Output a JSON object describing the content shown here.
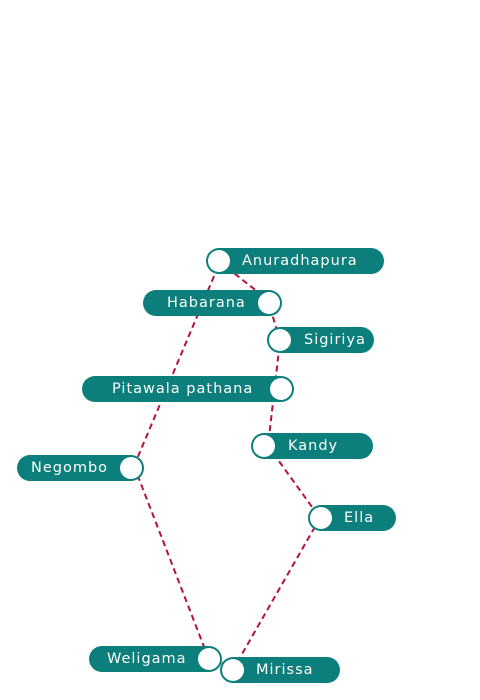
{
  "route": {
    "line_color": "#b5123a",
    "marker_color": "#0c7f7c",
    "stops": [
      {
        "id": "anuradhapura",
        "label": "Anuradhapura"
      },
      {
        "id": "habarana",
        "label": "Habarana"
      },
      {
        "id": "sigiriya",
        "label": "Sigiriya"
      },
      {
        "id": "pitawala-pathana",
        "label": "Pitawala pathana"
      },
      {
        "id": "kandy",
        "label": "Kandy"
      },
      {
        "id": "negombo",
        "label": "Negombo"
      },
      {
        "id": "ella",
        "label": "Ella"
      },
      {
        "id": "weligama",
        "label": "Weligama"
      },
      {
        "id": "mirissa",
        "label": "Mirissa"
      }
    ],
    "path_order": [
      "negombo",
      "anuradhapura",
      "habarana",
      "sigiriya",
      "kandy",
      "ella",
      "mirissa",
      "weligama",
      "negombo"
    ]
  }
}
